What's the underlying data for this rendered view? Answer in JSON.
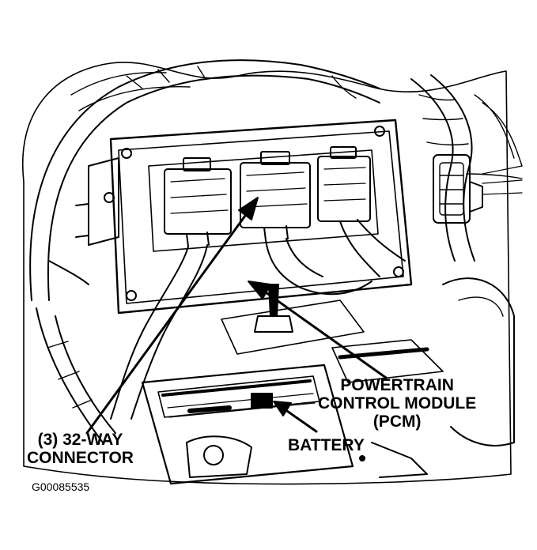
{
  "callouts": {
    "connector_line1": "(3) 32-WAY",
    "connector_line2": "CONNECTOR",
    "pcm_line1": "POWERTRAIN",
    "pcm_line2": "CONTROL MODULE",
    "pcm_line3": "(PCM)",
    "battery": "BATTERY"
  },
  "figure_id": "G00085535",
  "colors": {
    "ink": "#000000",
    "paper": "#ffffff"
  }
}
